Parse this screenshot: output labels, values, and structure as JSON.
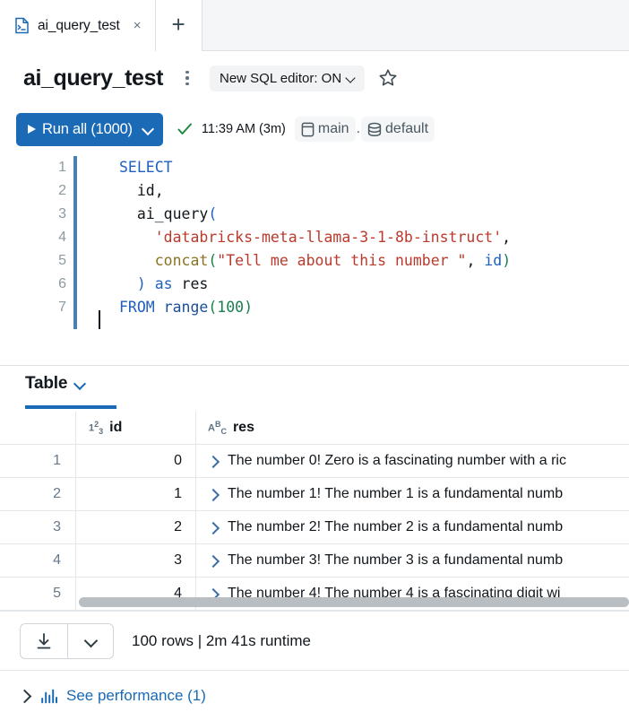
{
  "tab_strip": {
    "active_tab": {
      "label": "ai_query_test",
      "icon": "query-file-icon",
      "close": "×"
    },
    "new_tab": "+"
  },
  "header": {
    "title": "ai_query_test",
    "more_menu": "kebab-menu-icon",
    "editor_toggle": {
      "label": "New SQL editor: ON"
    },
    "favorite": "star-icon"
  },
  "toolbar": {
    "run_label": "Run all (1000)",
    "status_check": "check-icon",
    "run_time": "11:39 AM (3m)",
    "catalog": "main",
    "separator": ".",
    "schema": "default"
  },
  "editor": {
    "line_numbers": [
      "1",
      "2",
      "3",
      "4",
      "5",
      "6",
      "7"
    ],
    "lines": [
      "SELECT",
      "  id,",
      "  ai_query(",
      "    'databricks-meta-llama-3-1-8b-instruct',",
      "    concat(\"Tell me about this number \", id)",
      "  ) as res",
      "FROM range(100)"
    ]
  },
  "results": {
    "tab_label": "Table",
    "columns": [
      {
        "name": "",
        "type_icon": ""
      },
      {
        "name": "id",
        "type_icon": "numeric-type-icon"
      },
      {
        "name": "res",
        "type_icon": "string-type-icon"
      }
    ],
    "rows": [
      {
        "num": "1",
        "id": "0",
        "res": "The number 0! Zero is a fascinating number with a ric"
      },
      {
        "num": "2",
        "id": "1",
        "res": "The number 1! The number 1 is a fundamental numb"
      },
      {
        "num": "3",
        "id": "2",
        "res": "The number 2! The number 2 is a fundamental numb"
      },
      {
        "num": "4",
        "id": "3",
        "res": "The number 3! The number 3 is a fundamental numb"
      },
      {
        "num": "5",
        "id": "4",
        "res": "The number 4! The number 4 is a fascinating digit wi"
      }
    ]
  },
  "footer": {
    "download_icon": "download-icon",
    "download_menu": "chevron-down-icon",
    "status": "100 rows  |  2m 41s runtime"
  },
  "performance": {
    "expand": "chevron-right-icon",
    "icon": "bar-chart-icon",
    "label": "See performance (1)"
  },
  "colors": {
    "accent": "#1b6ab5",
    "keyword": "#1f5fbf",
    "string": "#ba3a2c",
    "function": "#8a7324",
    "green": "#1a7f4b",
    "success": "#1f8a3d"
  }
}
